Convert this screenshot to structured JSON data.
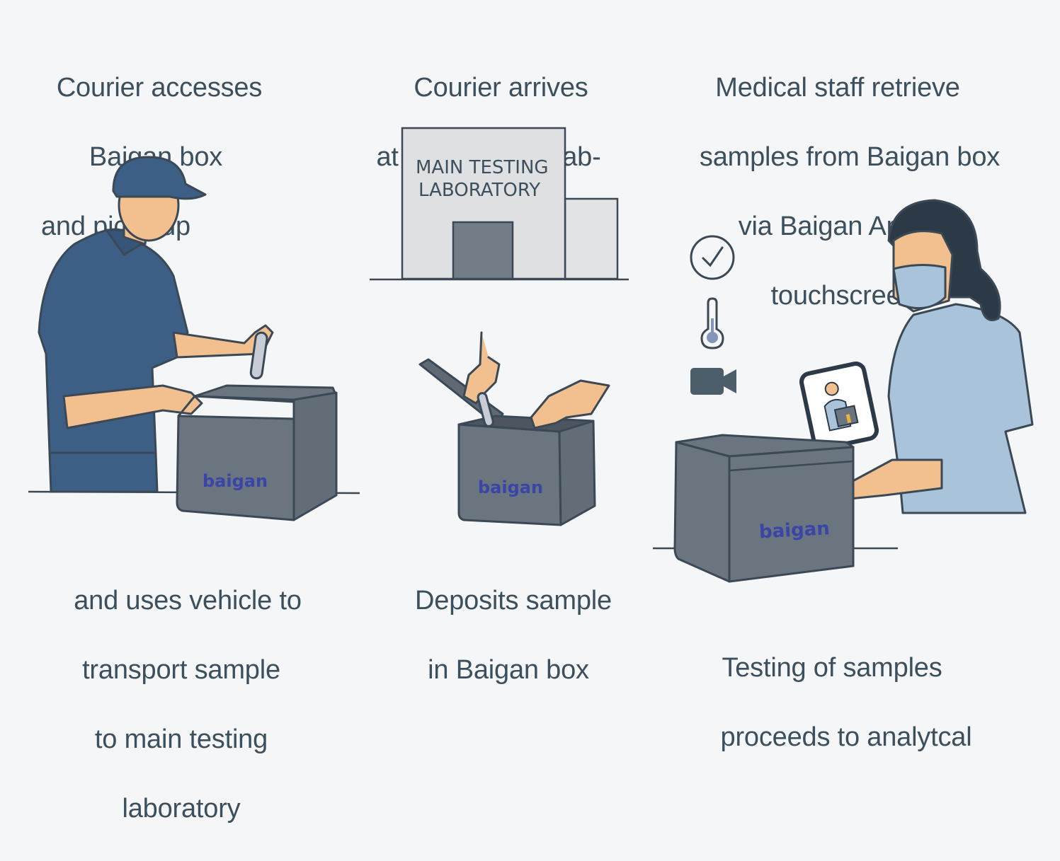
{
  "steps": [
    {
      "id": "pickup",
      "top_caption": [
        "Courier accesses",
        "Baigan box",
        "and picks up"
      ],
      "bottom_caption": [
        "and uses vehicle to",
        "transport sample",
        "to main testing",
        "laboratory"
      ],
      "box_brand": "baigan"
    },
    {
      "id": "deposit",
      "top_caption": [
        "Courier arrives",
        "at main testing lab-"
      ],
      "building_sign": [
        "MAIN TESTING",
        "LABORATORY"
      ],
      "bottom_caption": [
        "Deposits sample",
        "in Baigan box"
      ],
      "box_brand": "baigan"
    },
    {
      "id": "retrieve",
      "top_caption": [
        "Medical staff retrieve",
        "samples from Baigan box",
        "via Baigan App or",
        "touchscreen"
      ],
      "status_icons": [
        "check-circle-icon",
        "thermometer-icon",
        "video-camera-icon"
      ],
      "bottom_caption": [
        "Testing of samples",
        "proceeds to analytcal"
      ],
      "box_brand": "baigan"
    }
  ],
  "colors": {
    "text": "#3c4f5d",
    "box": "#6b7580",
    "brand": "#3a45a8",
    "uniform": "#3d5f86",
    "scrubs": "#a9c3da",
    "skin": "#f2c08f",
    "building": "#dfe0e2",
    "door": "#737d88"
  }
}
